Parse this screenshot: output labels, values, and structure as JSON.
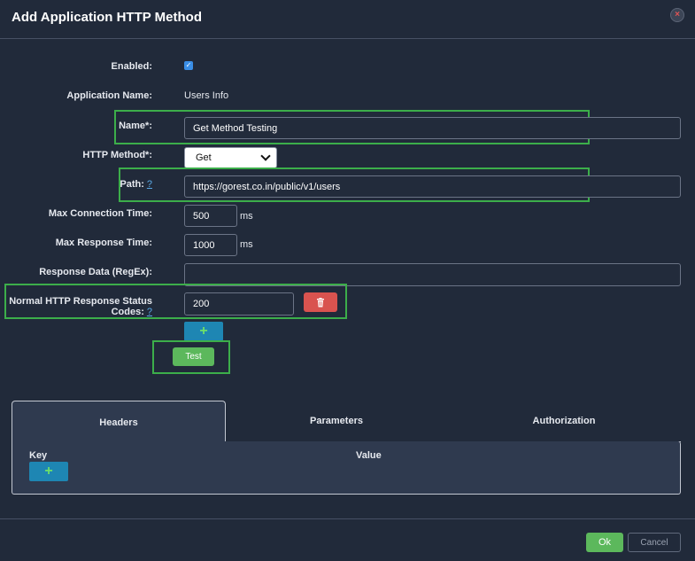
{
  "dialog": {
    "title": "Add Application HTTP Method",
    "close_glyph": "×"
  },
  "form": {
    "enabled_label": "Enabled:",
    "enabled_checked": true,
    "check_glyph": "✓",
    "app_name_label": "Application Name:",
    "app_name_value": "Users Info",
    "name_label": "Name*:",
    "name_value": "Get Method Testing",
    "method_label": "HTTP Method*:",
    "method_value": "Get",
    "path_label": "Path:",
    "path_help": "?",
    "path_value": "https://gorest.co.in/public/v1/users",
    "max_conn_label": "Max Connection Time:",
    "max_conn_value": "500",
    "max_conn_unit": "ms",
    "max_resp_label": "Max Response Time:",
    "max_resp_value": "1000",
    "max_resp_unit": "ms",
    "resp_data_label": "Response Data (RegEx):",
    "resp_data_value": "",
    "status_codes_label": "Normal HTTP Response Status Codes:",
    "status_codes_help": "?",
    "status_code_value": "200",
    "add_glyph": "+",
    "test_label": "Test"
  },
  "tabs": [
    {
      "label": "Headers",
      "active": true
    },
    {
      "label": "Parameters",
      "active": false
    },
    {
      "label": "Authorization",
      "active": false
    }
  ],
  "headers_table": {
    "key_col": "Key",
    "value_col": "Value"
  },
  "footer": {
    "ok_label": "Ok",
    "cancel_label": "Cancel"
  },
  "colors": {
    "background": "#212a3a",
    "highlight_box": "#3cae4a",
    "danger": "#d9534f",
    "info": "#1e86b3",
    "success": "#5cb85c",
    "link": "#5aa9e6"
  },
  "icons": {
    "close": "close-icon",
    "check": "checkmark-icon",
    "trash": "trash-icon",
    "plus": "plus-icon",
    "dropdown": "chevron-down-icon"
  }
}
